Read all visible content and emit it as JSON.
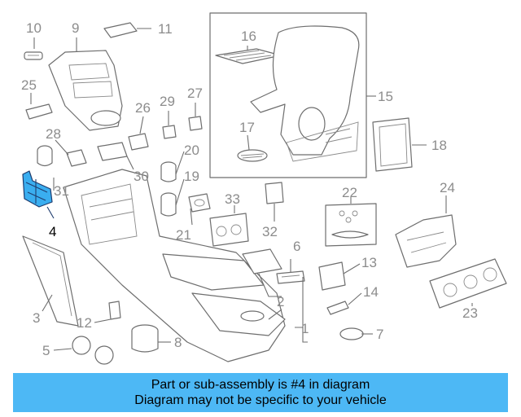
{
  "callouts": {
    "c1": "1",
    "c2": "2",
    "c3": "3",
    "c4": "4",
    "c5": "5",
    "c6": "6",
    "c7": "7",
    "c8": "8",
    "c9": "9",
    "c10": "10",
    "c11": "11",
    "c12": "12",
    "c13": "13",
    "c14": "14",
    "c15": "15",
    "c16": "16",
    "c17": "17",
    "c18": "18",
    "c19": "19",
    "c20": "20",
    "c21": "21",
    "c22": "22",
    "c23": "23",
    "c24": "24",
    "c25": "25",
    "c26": "26",
    "c27": "27",
    "c28": "28",
    "c29": "29",
    "c30": "30",
    "c31": "31",
    "c32": "32",
    "c33": "33"
  },
  "highlighted_part": "4",
  "colors": {
    "highlight": "#3aaef0",
    "caption_bg": "#4db8f5",
    "line": "#6e6e6e"
  },
  "caption": {
    "line1": "Part or sub-assembly is #4 in diagram",
    "line2": "Diagram may not be specific to your vehicle"
  }
}
